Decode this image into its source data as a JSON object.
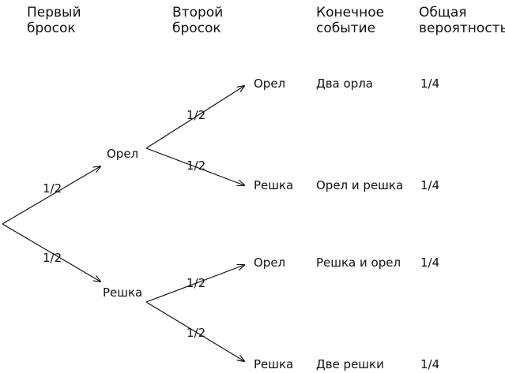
{
  "headers": {
    "first_toss": [
      "Первый",
      "бросок"
    ],
    "second_toss": [
      "Второй",
      "бросок"
    ],
    "final_event": [
      "Конечное",
      "событие"
    ],
    "total_probability": [
      "Общая",
      "вероятность"
    ]
  },
  "tree": {
    "first_level": [
      {
        "outcome": "Орел",
        "probability": "1/2"
      },
      {
        "outcome": "Решка",
        "probability": "1/2"
      }
    ],
    "second_level": [
      {
        "outcome": "Орел",
        "probability": "1/2",
        "event": "Два орла",
        "total": "1/4"
      },
      {
        "outcome": "Решка",
        "probability": "1/2",
        "event": "Орел и решка",
        "total": "1/4"
      },
      {
        "outcome": "Орел",
        "probability": "1/2",
        "event": "Решка и орел",
        "total": "1/4"
      },
      {
        "outcome": "Решка",
        "probability": "1/2",
        "event": "Две решки",
        "total": "1/4"
      }
    ]
  }
}
